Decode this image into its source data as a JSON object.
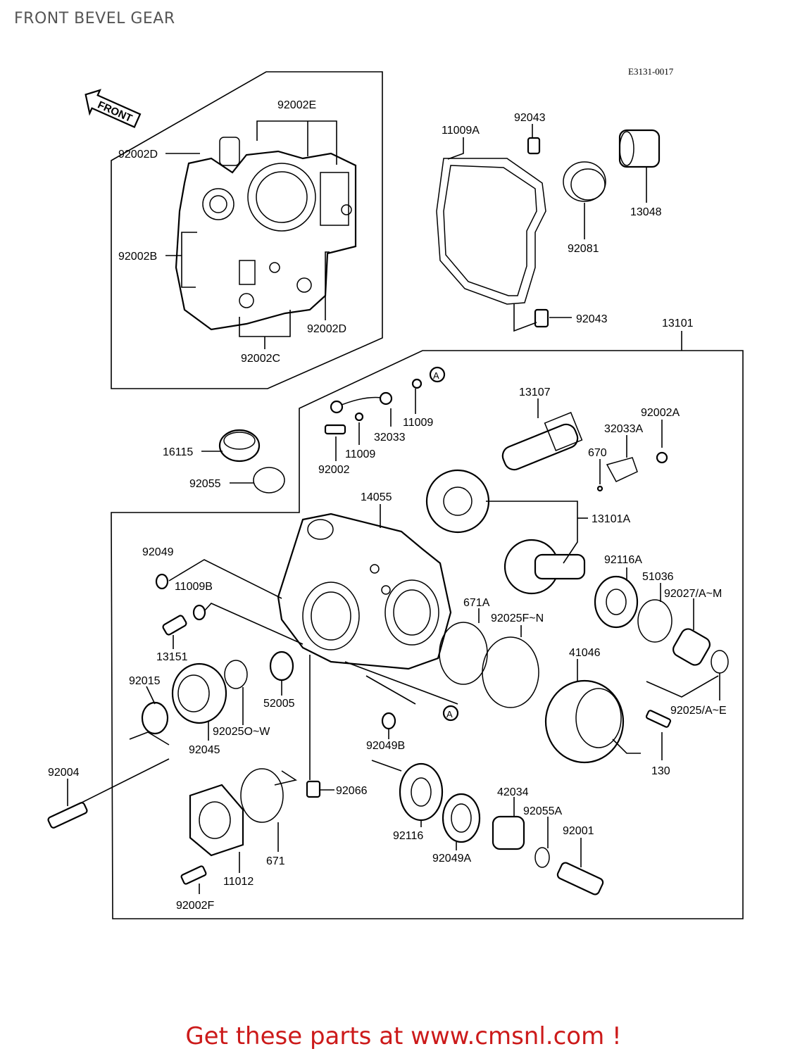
{
  "title": "FRONT BEVEL GEAR",
  "drawing_code": "E3131-0017",
  "front_arrow_text": "FRONT",
  "parts": {
    "p92002E": "92002E",
    "p92002D_top": "92002D",
    "p92002B": "92002B",
    "p92002D_bot": "92002D",
    "p92002C": "92002C",
    "p11009A": "11009A",
    "p92043_top": "92043",
    "p13048": "13048",
    "p92081": "92081",
    "p92043_bot": "92043",
    "p13101": "13101",
    "pA_top": "A",
    "p11009_a": "11009",
    "p32033": "32033",
    "p11009_b": "11009",
    "p92002": "92002",
    "p13107": "13107",
    "p92002A": "92002A",
    "p32033A": "32033A",
    "p670": "670",
    "p16115": "16115",
    "p92055": "92055",
    "p14055": "14055",
    "p13101A": "13101A",
    "p92049": "92049",
    "p11009B": "11009B",
    "p13151": "13151",
    "p92116A": "92116A",
    "p51036": "51036",
    "p92027": "92027/A~M",
    "p671A": "671A",
    "p92025FN": "92025F~N",
    "p41046": "41046",
    "p92015": "92015",
    "p52005": "52005",
    "p92025OW": "92025O~W",
    "p92045": "92045",
    "pA_bot": "A",
    "p92049B": "92049B",
    "p92025AE": "92025/A~E",
    "p130": "130",
    "p92004": "92004",
    "p92066": "92066",
    "p42034": "42034",
    "p92055A": "92055A",
    "p92001": "92001",
    "p92116": "92116",
    "p92049A": "92049A",
    "p671": "671",
    "p11012": "11012",
    "p92002F": "92002F"
  },
  "promo": "Get these parts at www.cmsnl.com !",
  "colors": {
    "promo": "#cc1a1a",
    "title": "#555555",
    "line": "#000000"
  }
}
